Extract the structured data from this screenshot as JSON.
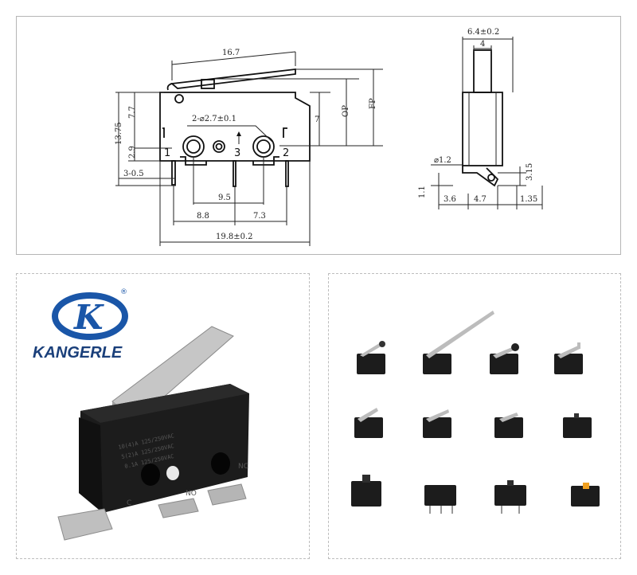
{
  "drawing": {
    "dims": {
      "lever_len": "16.7",
      "body_h": "7.7",
      "overall_h": "13.75",
      "pin_off": "2.9",
      "holes": "2-⌀2.7±0.1",
      "seven": "7",
      "op": "OP",
      "fp": "FP",
      "tab_w": "3-0.5",
      "pitch_outer": "9.5",
      "pin_a": "8.8",
      "pin_b": "7.3",
      "width": "19.8±0.2",
      "thick": "6.4±0.2",
      "inner": "4",
      "dia": "⌀1.2",
      "tab_h": "3.15",
      "t11": "1.1",
      "t36": "3.6",
      "t47": "4.7",
      "t135": "1.35"
    },
    "pins": {
      "p1": "1",
      "p2": "2",
      "p3": "3"
    }
  },
  "product": {
    "brand_name": "KANGERLE",
    "registered": "®",
    "logo_initial": "K",
    "body_text": [
      "10(4)A 125/250VAC",
      "5(2)A 125/250VAC",
      "0.1A 125/250VAC"
    ],
    "terminal_labels": [
      "C",
      "NO",
      "NC"
    ]
  },
  "variants": {
    "items": [
      "long-lever",
      "extra-long-lever",
      "roller-lever",
      "short-bent-lever",
      "short-lever",
      "medium-lever",
      "hinge-lever",
      "pin-plunger",
      "button-plunger",
      "pcb-straight",
      "pcb-angled",
      "orange-plunger"
    ]
  },
  "colors": {
    "logo_blue": "#1a56a8",
    "body_black": "#1c1c1c",
    "metal": "#b9b9b9",
    "orange": "#f0a020"
  }
}
